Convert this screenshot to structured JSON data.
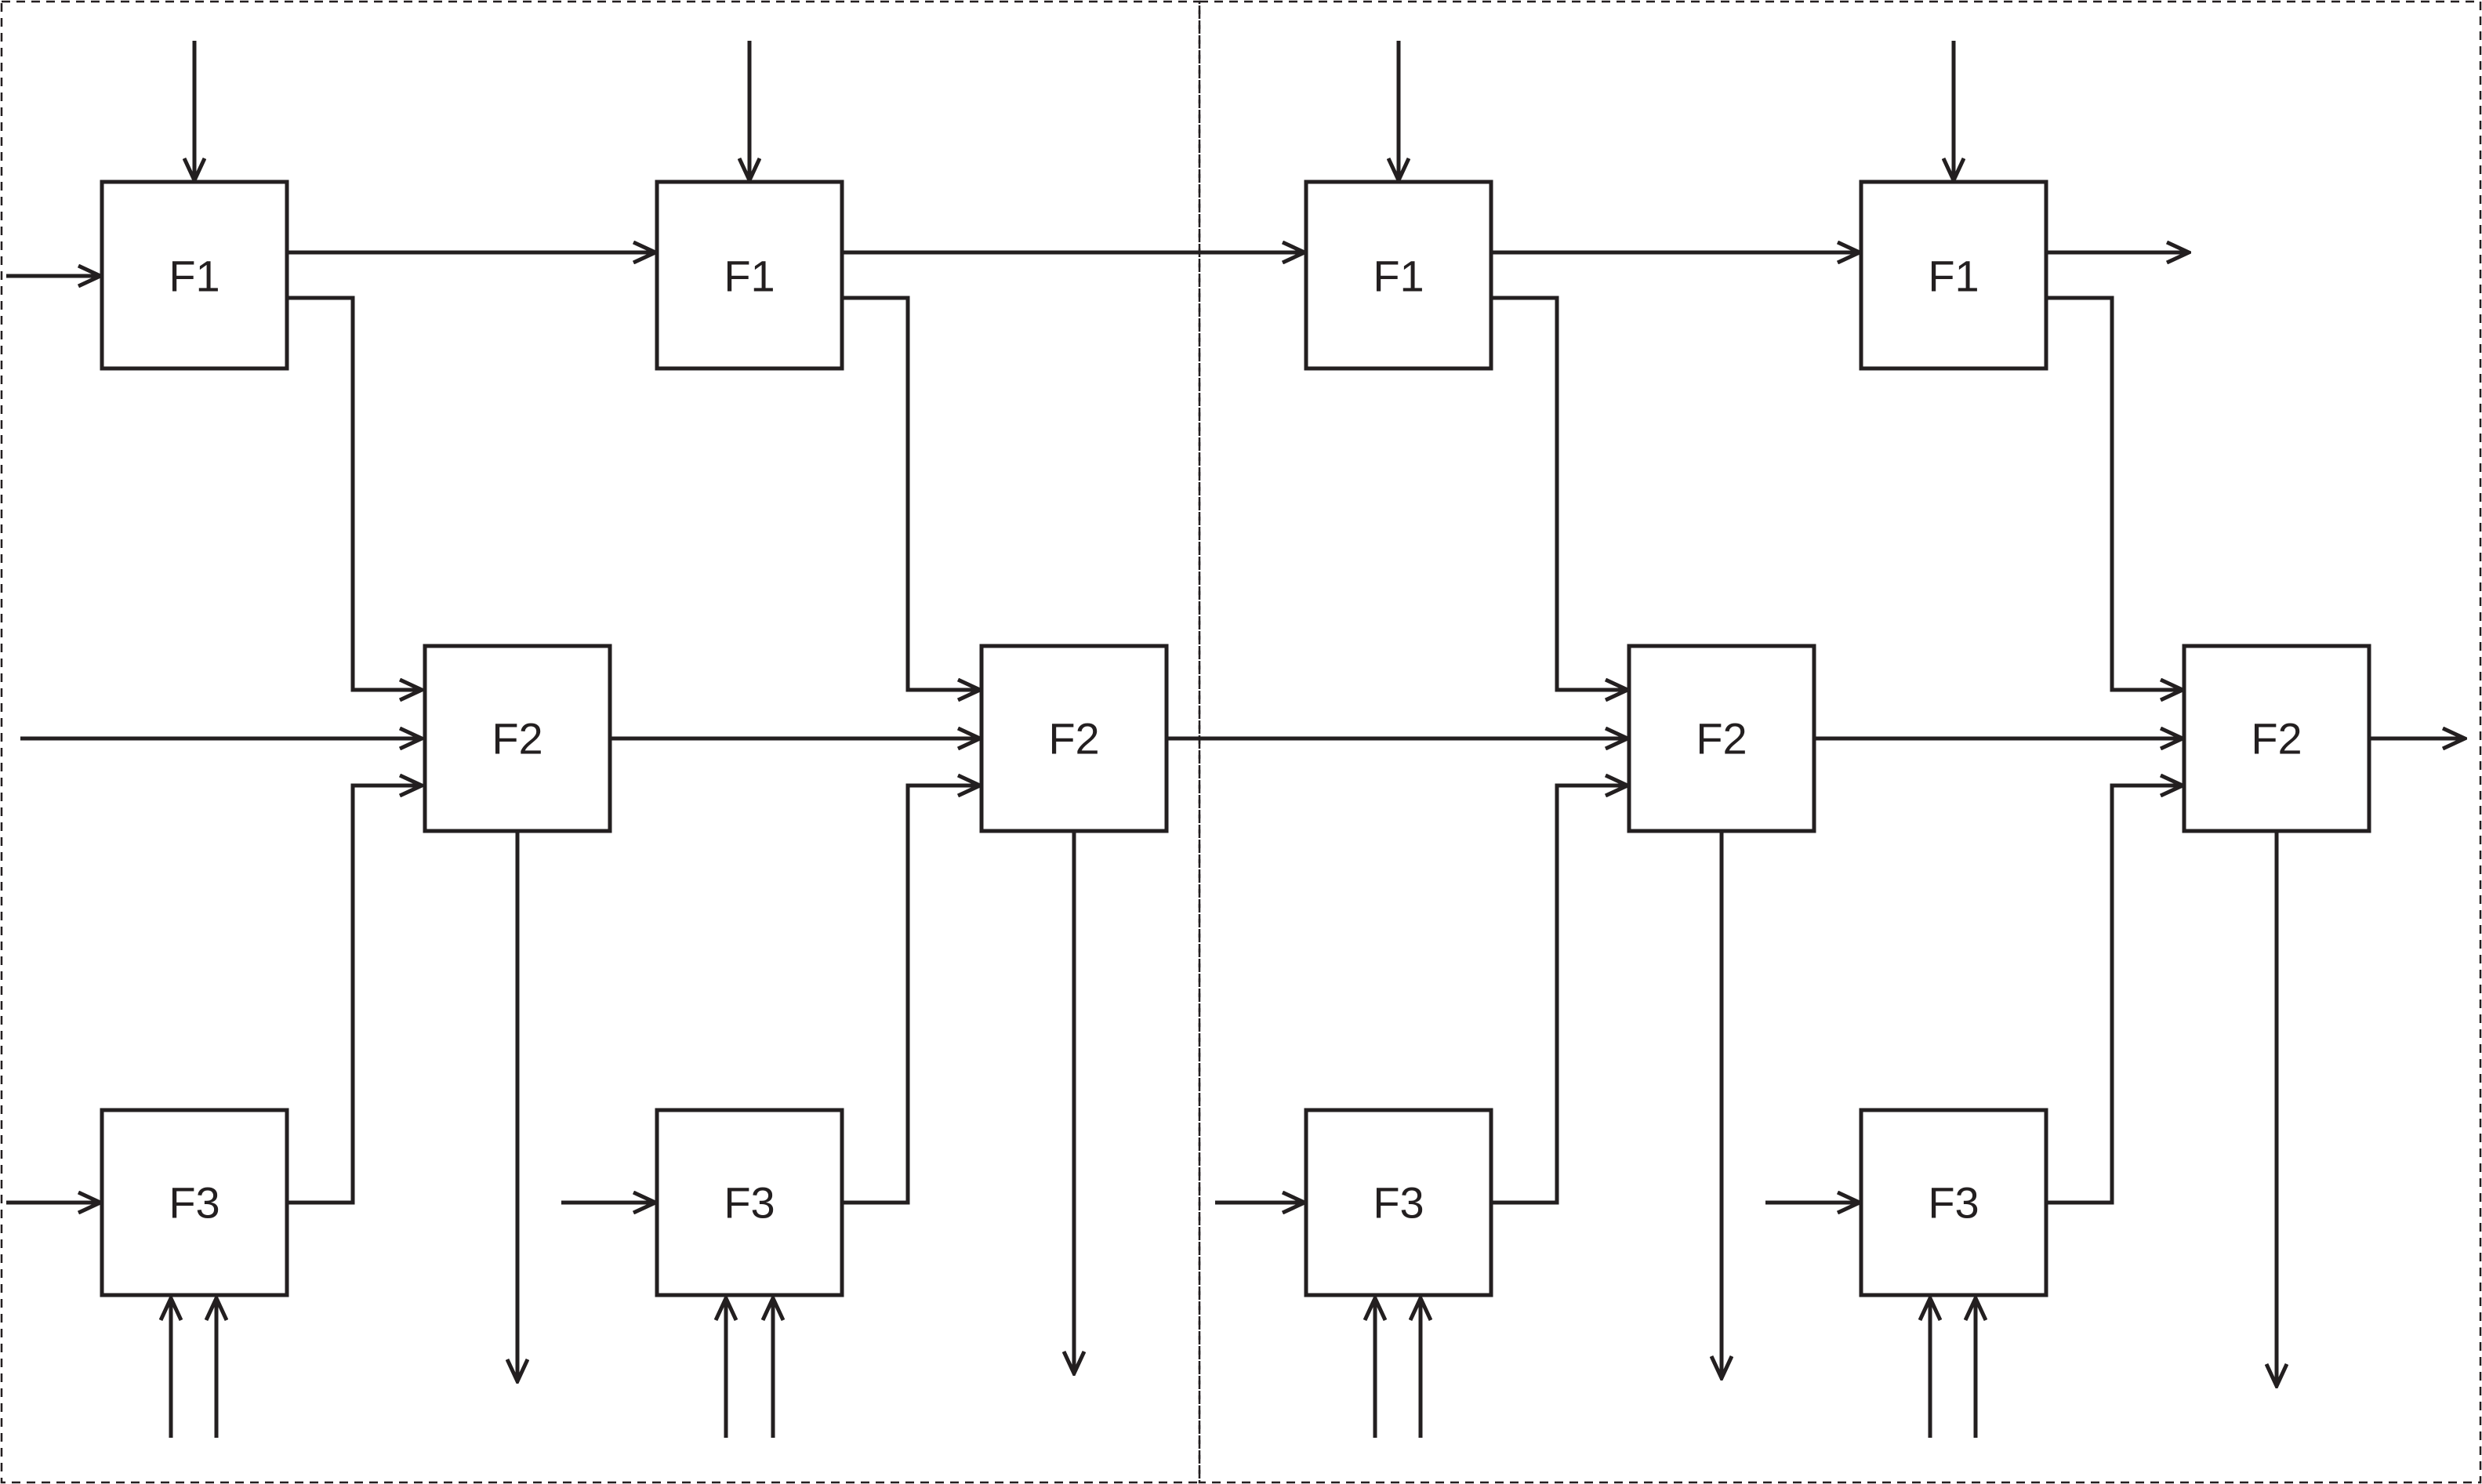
{
  "diagram": {
    "stages": [
      {
        "blocks": [
          {
            "id": "s1-f1a",
            "label": "F1"
          },
          {
            "id": "s1-f1b",
            "label": "F1"
          },
          {
            "id": "s1-f2a",
            "label": "F2"
          },
          {
            "id": "s1-f2b",
            "label": "F2"
          },
          {
            "id": "s1-f3a",
            "label": "F3"
          },
          {
            "id": "s1-f3b",
            "label": "F3"
          }
        ]
      },
      {
        "blocks": [
          {
            "id": "s2-f1a",
            "label": "F1"
          },
          {
            "id": "s2-f1b",
            "label": "F1"
          },
          {
            "id": "s2-f2a",
            "label": "F2"
          },
          {
            "id": "s2-f2b",
            "label": "F2"
          },
          {
            "id": "s2-f3a",
            "label": "F3"
          },
          {
            "id": "s2-f3b",
            "label": "F3"
          }
        ]
      }
    ],
    "colors": {
      "stroke": "#231f20",
      "background": "#ffffff"
    }
  }
}
